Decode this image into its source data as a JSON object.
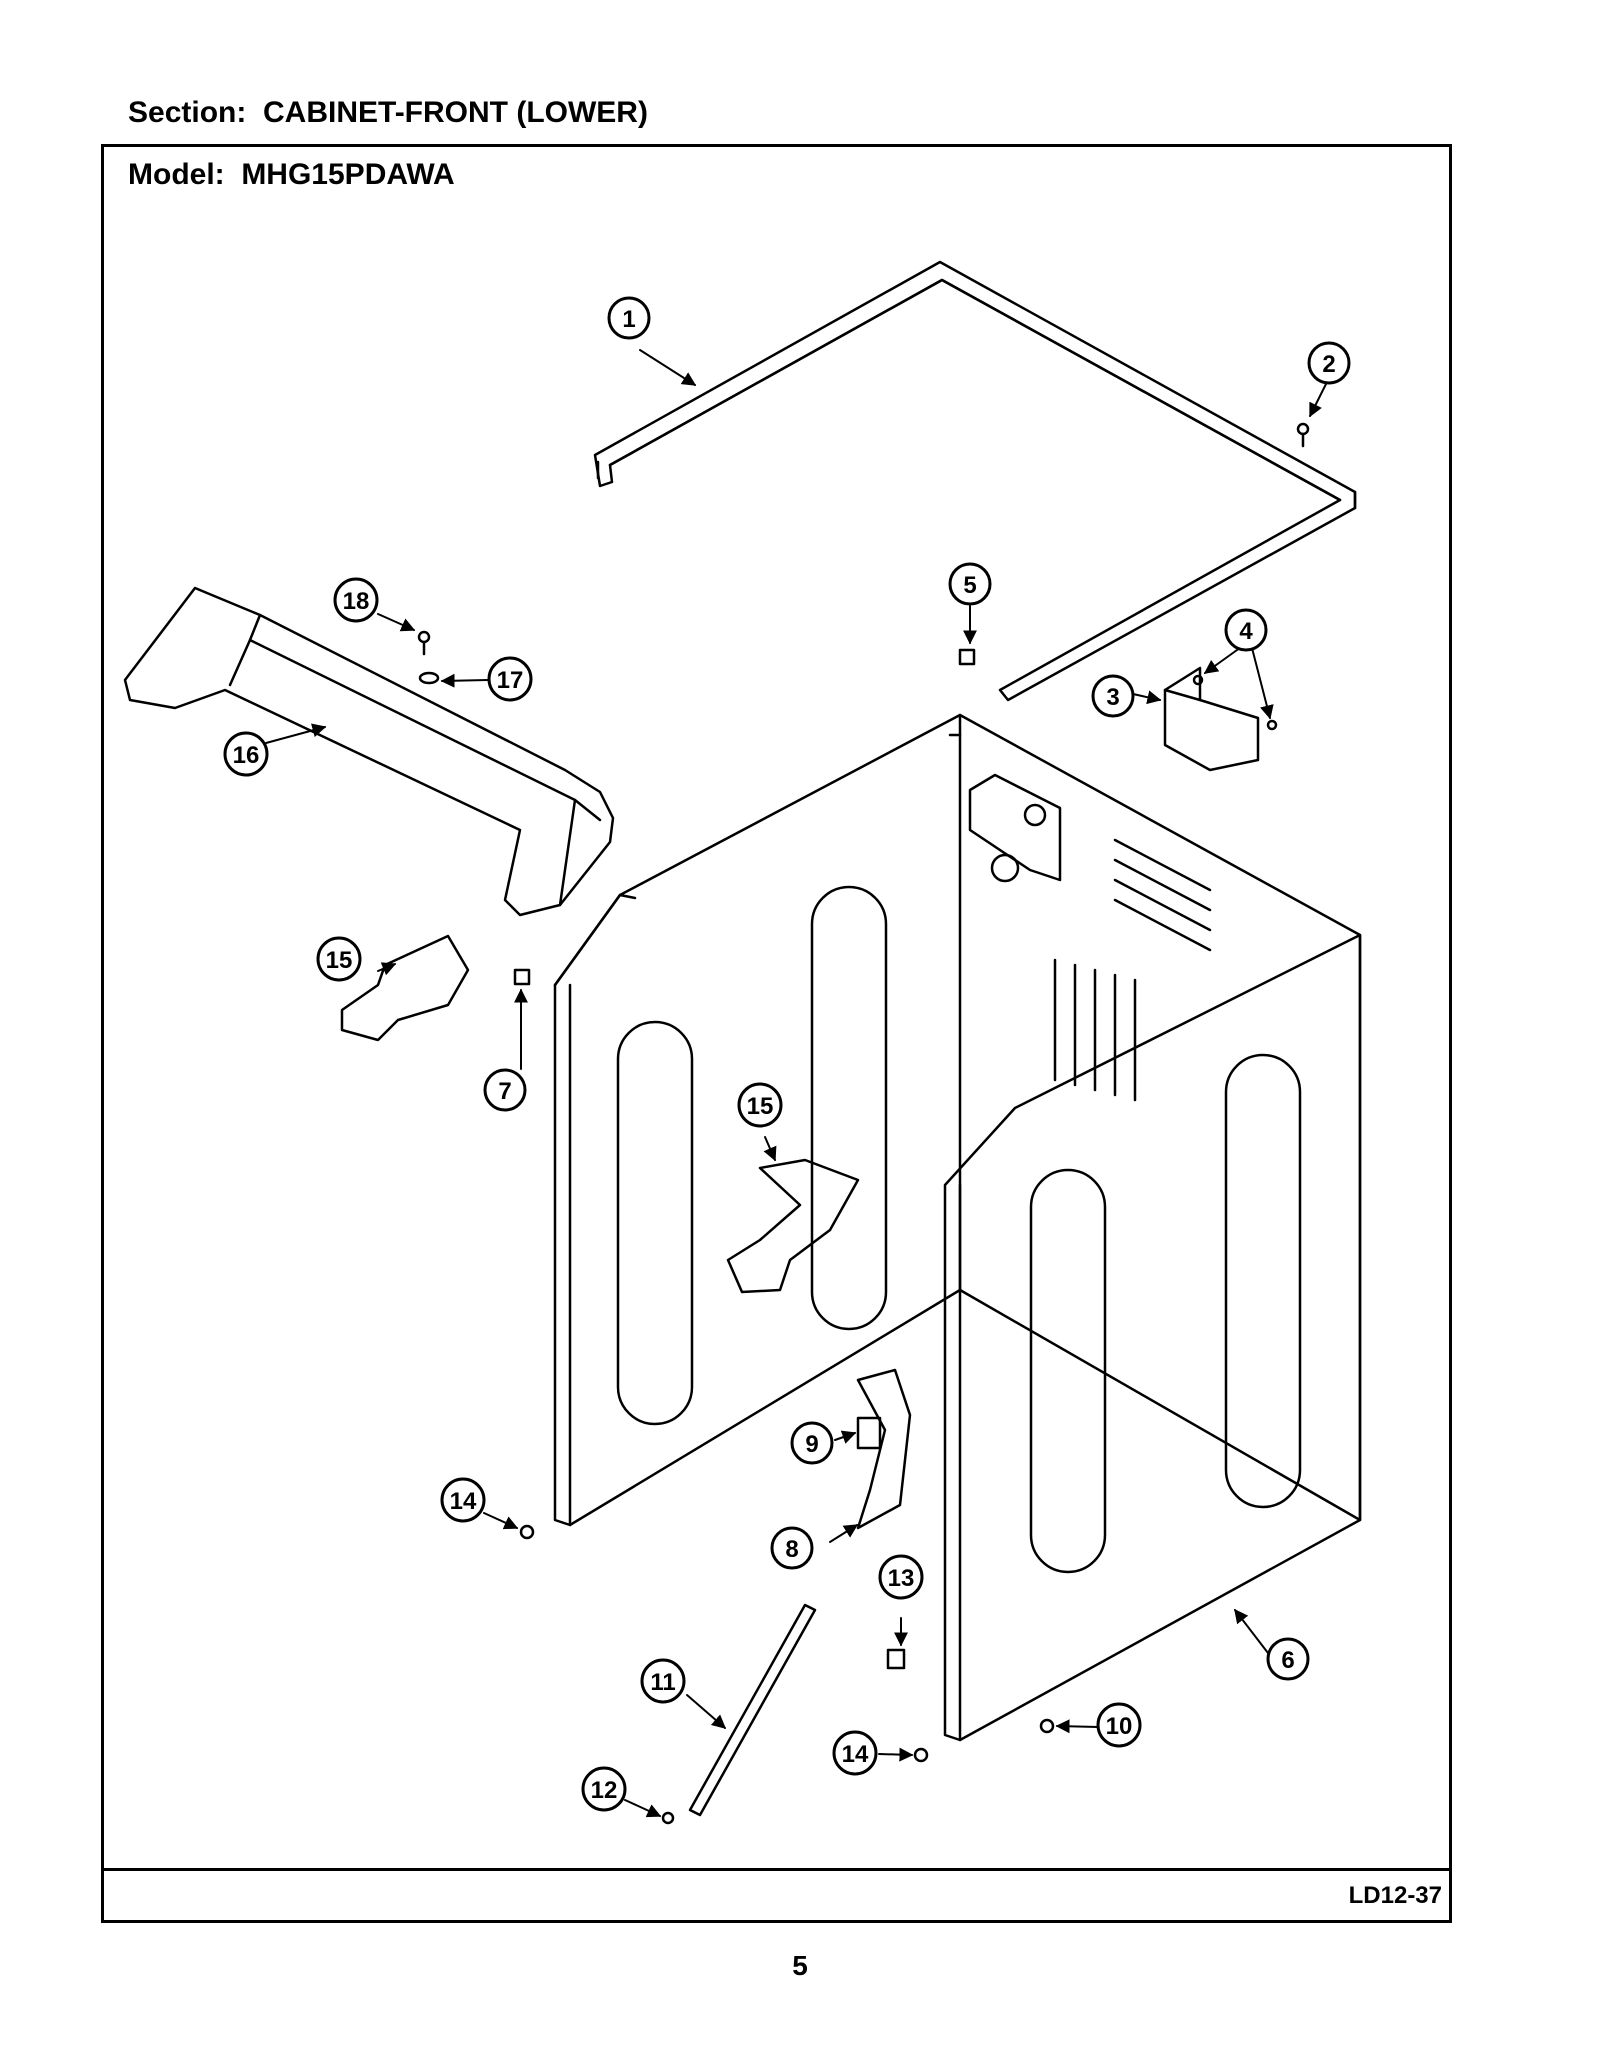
{
  "header": {
    "section": "Section:  CABINET-FRONT (LOWER)",
    "model": "Model:  MHG15PDAWA"
  },
  "footer": {
    "code": "LD12-37",
    "page_number": "5"
  },
  "callouts": [
    {
      "id": "callout-1",
      "label": "1"
    },
    {
      "id": "callout-2",
      "label": "2"
    },
    {
      "id": "callout-3",
      "label": "3"
    },
    {
      "id": "callout-4",
      "label": "4"
    },
    {
      "id": "callout-5",
      "label": "5"
    },
    {
      "id": "callout-6",
      "label": "6"
    },
    {
      "id": "callout-7",
      "label": "7"
    },
    {
      "id": "callout-8",
      "label": "8"
    },
    {
      "id": "callout-9",
      "label": "9"
    },
    {
      "id": "callout-10",
      "label": "10"
    },
    {
      "id": "callout-11",
      "label": "11"
    },
    {
      "id": "callout-12",
      "label": "12"
    },
    {
      "id": "callout-13",
      "label": "13"
    },
    {
      "id": "callout-14a",
      "label": "14"
    },
    {
      "id": "callout-14b",
      "label": "14"
    },
    {
      "id": "callout-15a",
      "label": "15"
    },
    {
      "id": "callout-15b",
      "label": "15"
    },
    {
      "id": "callout-16",
      "label": "16"
    },
    {
      "id": "callout-17",
      "label": "17"
    },
    {
      "id": "callout-18",
      "label": "18"
    }
  ]
}
